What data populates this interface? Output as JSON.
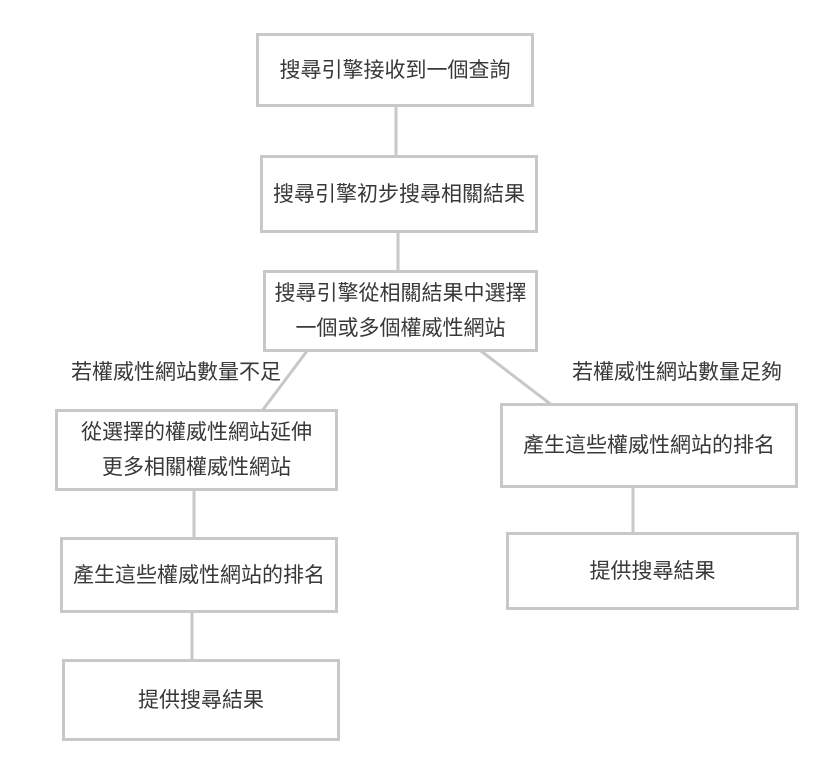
{
  "colors": {
    "background": "#ffffff",
    "node_fill": "#ffffff",
    "node_border": "#c8c8c8",
    "connector": "#c8c8c8",
    "text": "#383838"
  },
  "diagram": {
    "type": "flowchart",
    "direction": "top-down"
  },
  "nodes": {
    "main1": {
      "label": "搜尋引擎接收到一個查詢"
    },
    "main2": {
      "label": "搜尋引擎初步搜尋相關結果"
    },
    "main3": {
      "label": "搜尋引擎從相關結果中選擇\n一個或多個權威性網站"
    },
    "left1": {
      "label": "從選擇的權威性網站延伸\n更多相關權威性網站"
    },
    "right1": {
      "label": "產生這些權威性網站的排名"
    },
    "left2": {
      "label": "產生這些權威性網站的排名"
    },
    "left3": {
      "label": "提供搜尋結果"
    },
    "right2": {
      "label": "提供搜尋結果"
    }
  },
  "edges": [
    {
      "from": "main1",
      "to": "main2",
      "label": ""
    },
    {
      "from": "main2",
      "to": "main3",
      "label": ""
    },
    {
      "from": "main3",
      "to": "left1",
      "label": "若權威性網站數量不足"
    },
    {
      "from": "main3",
      "to": "right1",
      "label": "若權威性網站數量足夠"
    },
    {
      "from": "left1",
      "to": "left2",
      "label": ""
    },
    {
      "from": "left2",
      "to": "left3",
      "label": ""
    },
    {
      "from": "right1",
      "to": "right2",
      "label": ""
    }
  ]
}
